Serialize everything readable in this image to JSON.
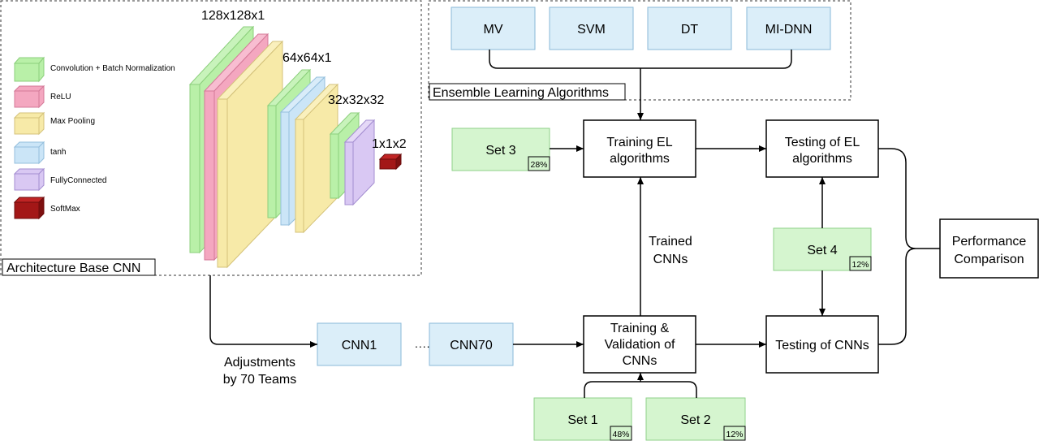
{
  "architecture": {
    "label": "Architecture Base CNN",
    "dims": {
      "d1": "128x128x1",
      "d2": "64x64x1",
      "d3": "32x32x32",
      "d4": "1x1x2"
    },
    "legend": [
      {
        "label": "Convolution + Batch Normalization",
        "color": "#b9f0a8"
      },
      {
        "label": "ReLU",
        "color": "#f4a7c0"
      },
      {
        "label": "Max Pooling",
        "color": "#f7eaa8"
      },
      {
        "label": "tanh",
        "color": "#cbe5f7"
      },
      {
        "label": "FullyConnected",
        "color": "#d9c8f3"
      },
      {
        "label": "SoftMax",
        "color": "#a31717"
      }
    ]
  },
  "ensemble": {
    "label": "Ensemble Learning Algorithms",
    "algorithms": [
      "MV",
      "SVM",
      "DT",
      "MI-DNN"
    ]
  },
  "nodes": {
    "training_el": [
      "Training EL",
      "algorithms"
    ],
    "testing_el": [
      "Testing of EL",
      "algorithms"
    ],
    "training_val": [
      "Training &",
      "Validation of",
      "CNNs"
    ],
    "testing_cnns": "Testing of CNNs",
    "performance": [
      "Performance",
      "Comparison"
    ],
    "cnn1": "CNN1",
    "cnn70": "CNN70",
    "dots": "......"
  },
  "sets": {
    "set1": {
      "label": "Set 1",
      "pct": "48%"
    },
    "set2": {
      "label": "Set 2",
      "pct": "12%"
    },
    "set3": {
      "label": "Set 3",
      "pct": "28%"
    },
    "set4": {
      "label": "Set 4",
      "pct": "12%"
    }
  },
  "edge_labels": {
    "trained": [
      "Trained",
      "CNNs"
    ],
    "adjust": [
      "Adjustments",
      "by 70 Teams"
    ]
  },
  "colors": {
    "set_fill": "#d5f5cf",
    "set_stroke": "#8fd18a",
    "blue_fill": "#dbeef9",
    "blue_stroke": "#8ab8d8"
  }
}
